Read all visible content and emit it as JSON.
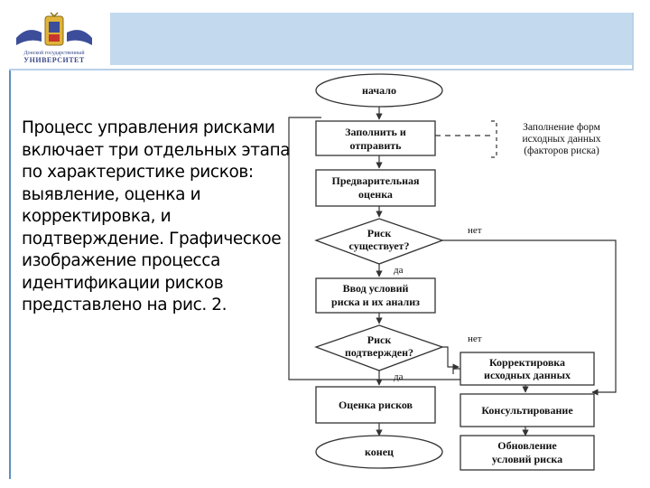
{
  "header": {
    "logo_text_small": "Донской государственный",
    "logo_text_big": "УНИВЕРСИТЕТ"
  },
  "body": {
    "text": "Процесс управления рисками включает три отдельных этапа по характеристике рисков: выявление, оценка и корректировка, и подтверждение. Графическое изображение процесса идентификации рисков представлено на рис. 2."
  },
  "flowchart": {
    "start": "начало",
    "fill_send": [
      "Заполнить и",
      "отправить"
    ],
    "form_note": [
      "Заполнение форм",
      "исходных данных",
      "(факторов риска)"
    ],
    "preliminary": [
      "Предварительная",
      "оценка"
    ],
    "risk_exists": [
      "Риск",
      "существует?"
    ],
    "input_conditions": [
      "Ввод условий",
      "риска и их анализ"
    ],
    "risk_confirmed": [
      "Риск",
      "подтвержден?"
    ],
    "correction": [
      "Корректировка",
      "исходных данных"
    ],
    "risk_assessment": "Оценка рисков",
    "consulting": "Консультирование",
    "update_conditions": [
      "Обновление",
      "условий риска"
    ],
    "end": "конец",
    "yes": "да",
    "no": "нет"
  },
  "colors": {
    "banner": "#c3d9ee",
    "accent_rule": "#5a8fc6",
    "shape_fill": "#ffffff",
    "shape_stroke": "#333333"
  }
}
